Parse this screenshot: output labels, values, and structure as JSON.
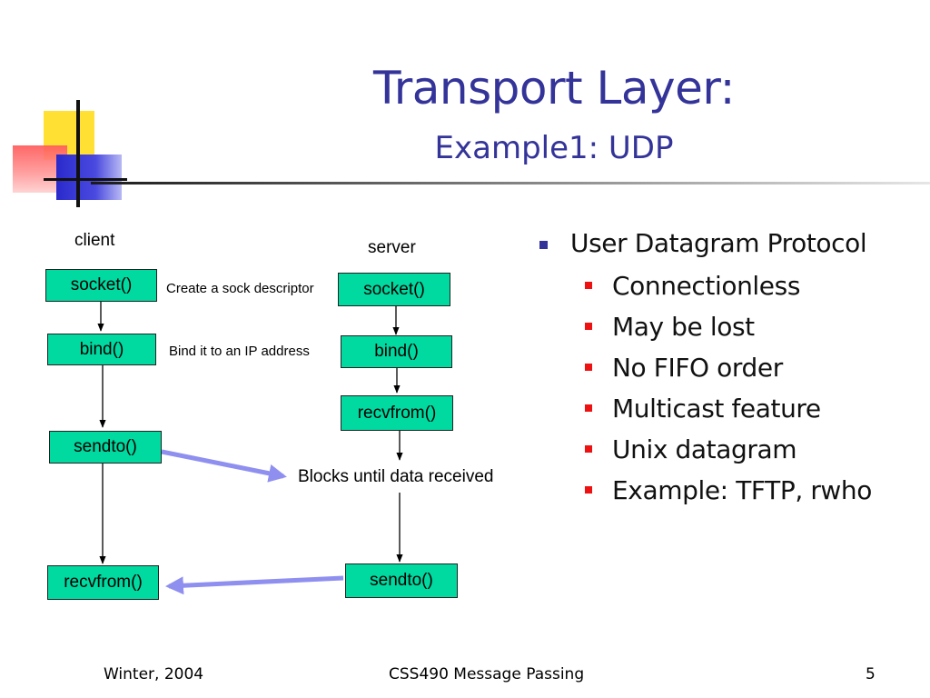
{
  "title": "Transport Layer:",
  "subtitle": "Example1: UDP",
  "diagram": {
    "client_label": "client",
    "server_label": "server",
    "client_boxes": {
      "socket": "socket()",
      "bind": "bind()",
      "sendto": "sendto()",
      "recvfrom": "recvfrom()"
    },
    "server_boxes": {
      "socket": "socket()",
      "bind": "bind()",
      "recvfrom": "recvfrom()",
      "sendto": "sendto()"
    },
    "notes": {
      "socket": "Create a sock descriptor",
      "bind": "Bind it to an IP address",
      "blocks": "Blocks until data received"
    },
    "box_color": "#00d9a0",
    "message_arrow_color": "#8f8ff0"
  },
  "bullets": {
    "heading": "User Datagram Protocol",
    "items": [
      "Connectionless",
      "May be lost",
      "No FIFO order",
      "Multicast feature",
      "Unix datagram",
      "Example: TFTP, rwho"
    ]
  },
  "footer": {
    "left": "Winter, 2004",
    "center": "CSS490 Message Passing",
    "page": "5"
  },
  "colors": {
    "title": "#333399",
    "bullet_level1": "#333399",
    "bullet_level2": "#ee1111"
  }
}
